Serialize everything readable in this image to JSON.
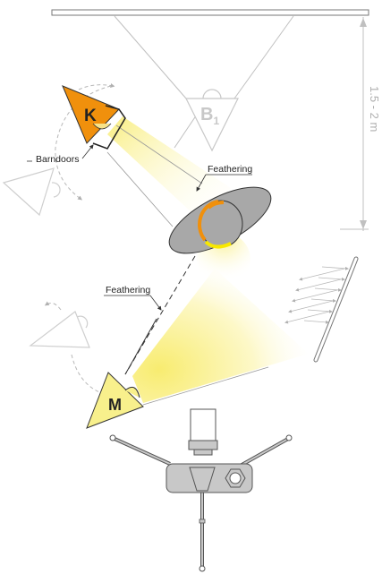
{
  "labels": {
    "key_light": "K",
    "main_light": "M",
    "backlight_base": "B",
    "backlight_sub": "1",
    "barndoors": "Barndoors",
    "feathering_top": "Feathering",
    "feathering_bottom": "Feathering",
    "distance": "1.5 - 2 m"
  },
  "colors": {
    "key_light": "#f0900c",
    "main_light": "#f8f08c",
    "beam": "#fdf6a8",
    "subject": "#a8a8a8",
    "rim_orange": "#f0900c",
    "rim_yellow": "#f8e800",
    "ghost": "#d0d0d0",
    "camera": "#c8c8c8",
    "line": "#555555"
  }
}
